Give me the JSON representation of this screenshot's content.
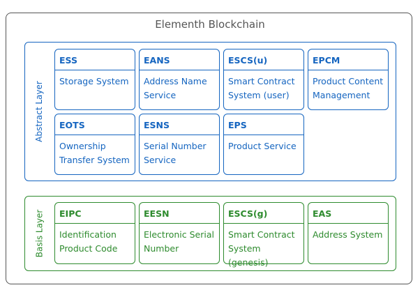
{
  "title": "Elementh Blockchain",
  "abstract_layer": {
    "label": "Abstract Layer",
    "modules": [
      {
        "code": "ESS",
        "name": "Storage System"
      },
      {
        "code": "EANS",
        "name": "Address Name Service"
      },
      {
        "code": "ESCS(u)",
        "name": "Smart Contract System (user)"
      },
      {
        "code": "EPCM",
        "name": "Product Content Management"
      },
      {
        "code": "EOTS",
        "name": "Ownership Transfer System"
      },
      {
        "code": "ESNS",
        "name": "Serial Number Service"
      },
      {
        "code": "EPS",
        "name": "Product Service"
      }
    ]
  },
  "basis_layer": {
    "label": "Basis Layer",
    "modules": [
      {
        "code": "EIPC",
        "name": "Identification Product Code"
      },
      {
        "code": "EESN",
        "name": "Electronic Serial Number"
      },
      {
        "code": "ESCS(g)",
        "name": "Smart Contract System (genesis)"
      },
      {
        "code": "EAS",
        "name": "Address System"
      }
    ]
  },
  "colors": {
    "abstract": "#1565c0",
    "basis": "#2e8b2e",
    "frame": "#555555"
  }
}
